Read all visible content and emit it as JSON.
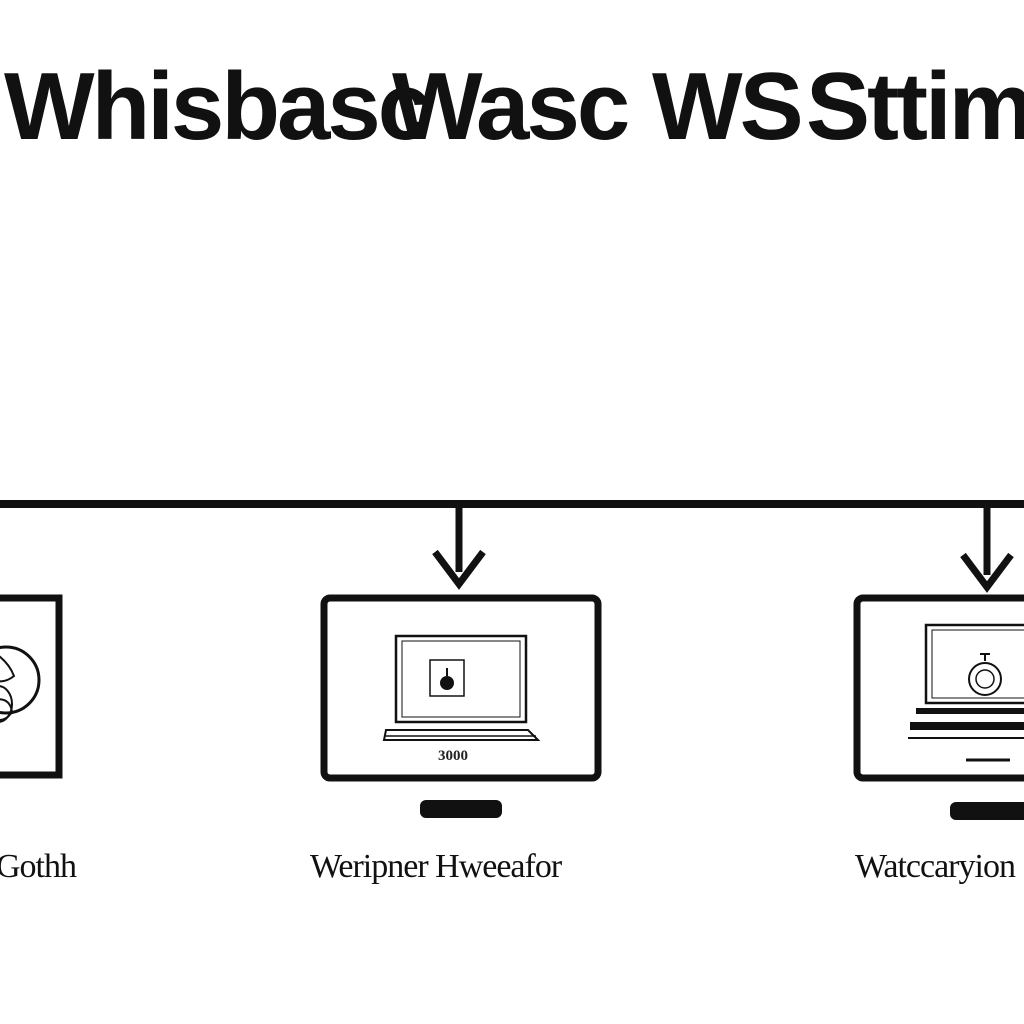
{
  "title": {
    "words": [
      "Whisbasc",
      "Wasc",
      "WS",
      "Sttim"
    ]
  },
  "nodes": [
    {
      "label": "Gothh",
      "screen_text": ""
    },
    {
      "label": "Weripner Hweeafor",
      "screen_text": "3000"
    },
    {
      "label": "Watccaryion",
      "screen_text": ""
    }
  ],
  "colors": {
    "stroke": "#111111",
    "background": "#ffffff"
  },
  "icons": [
    "globe-icon",
    "monitor-icon",
    "laptop-icon",
    "camera-icon",
    "clock-icon"
  ]
}
